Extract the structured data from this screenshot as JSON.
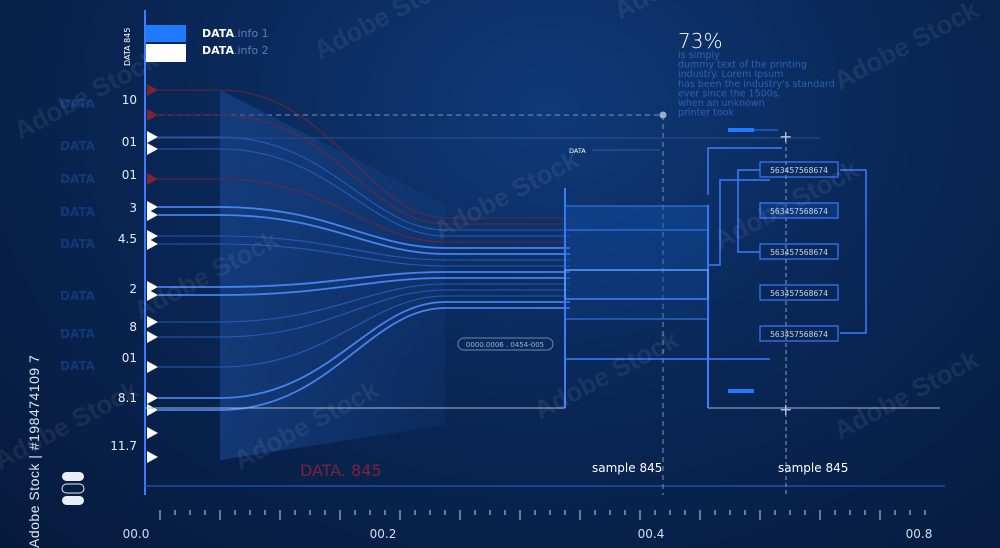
{
  "legend": {
    "axis_title": "DATA 845",
    "items": [
      {
        "bold": "DATA",
        "rest": ".info 1",
        "color": "#1e7bff"
      },
      {
        "bold": "DATA",
        "rest": ".info 2",
        "color": "#ffffff"
      }
    ]
  },
  "percent": "73%",
  "lorem_lines": [
    "is simply",
    "dummy text of the printing",
    "industry. Lorem Ipsum",
    "has been the industry's standard",
    "ever since the 1500s,",
    "when an unknown",
    "printer took"
  ],
  "y_labels": [
    "10",
    "01",
    "01",
    "3",
    "4.5",
    "2",
    "8",
    "01",
    "8.1",
    "11.7"
  ],
  "ghost_labels": [
    "DATA",
    "DATA",
    "DATA",
    "DATA",
    "DATA",
    "DATA",
    "DATA",
    "DATA"
  ],
  "data_small": "DATA",
  "code_pill": "0000.0006 . 0454-005",
  "red_label": "DATA. 845",
  "samples": [
    "sample 845",
    "sample 845"
  ],
  "id_boxes": [
    "563457568674",
    "563457568674",
    "563457568674",
    "563457568674",
    "563457568674"
  ],
  "x_ticks": [
    "00.0",
    "00.2",
    "00.4",
    "00.8"
  ],
  "watermark": "Adobe Stock",
  "stock_id": "Adobe Stock | #198474109 7",
  "colors": {
    "accent": "#1e7bff",
    "line": "#3a7dff",
    "red": "#8b2b3a",
    "bg": "#0a2757"
  }
}
